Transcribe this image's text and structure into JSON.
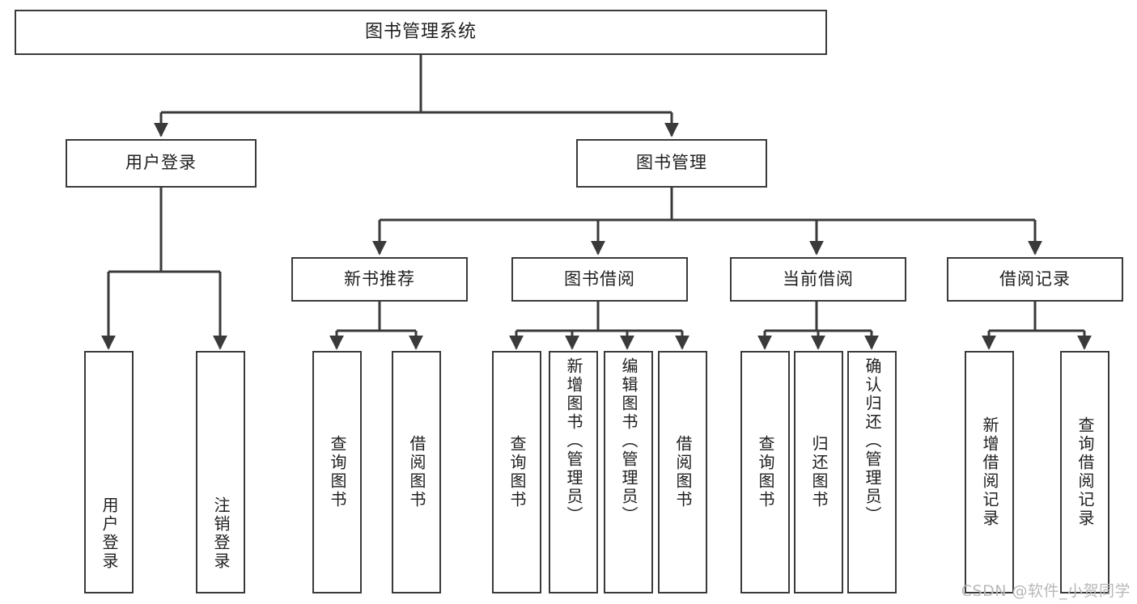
{
  "diagram": {
    "title_text": "图书管理系统",
    "watermark": "CSDN @软件_小贺同学",
    "line_color": "#3a3a3a",
    "box_fill": "#ffffff",
    "text_color": "#1f1f1f",
    "watermark_color": "#b8b8b8"
  },
  "nodes": {
    "root": {
      "label": "图书管理系统"
    },
    "level2": [
      {
        "key": "user_login",
        "label": "用户登录"
      },
      {
        "key": "book_manage",
        "label": "图书管理"
      }
    ],
    "level3": [
      {
        "key": "new_book_rec",
        "label": "新书推荐"
      },
      {
        "key": "book_borrow",
        "label": "图书借阅"
      },
      {
        "key": "current_borrow",
        "label": "当前借阅"
      },
      {
        "key": "borrow_record",
        "label": "借阅记录"
      }
    ],
    "leaves": {
      "user_login": [
        {
          "key": "leaf_user_login",
          "label": "用户登录"
        },
        {
          "key": "leaf_logout",
          "label": "注销登录"
        }
      ],
      "new_book_rec": [
        {
          "key": "leaf_query_book_1",
          "label": "查询图书"
        },
        {
          "key": "leaf_borrow_book_1",
          "label": "借阅图书"
        }
      ],
      "book_borrow": [
        {
          "key": "leaf_query_book_2",
          "label": "查询图书"
        },
        {
          "key": "leaf_add_book",
          "label": "新增图书（管理员）"
        },
        {
          "key": "leaf_edit_book",
          "label": "编辑图书（管理员）"
        },
        {
          "key": "leaf_borrow_book_2",
          "label": "借阅图书"
        }
      ],
      "current_borrow": [
        {
          "key": "leaf_query_book_3",
          "label": "查询图书"
        },
        {
          "key": "leaf_return_book",
          "label": "归还图书"
        },
        {
          "key": "leaf_confirm_return",
          "label": "确认归还（管理员）"
        }
      ],
      "borrow_record": [
        {
          "key": "leaf_add_record",
          "label": "新增借阅记录"
        },
        {
          "key": "leaf_query_record",
          "label": "查询借阅记录"
        }
      ]
    }
  }
}
